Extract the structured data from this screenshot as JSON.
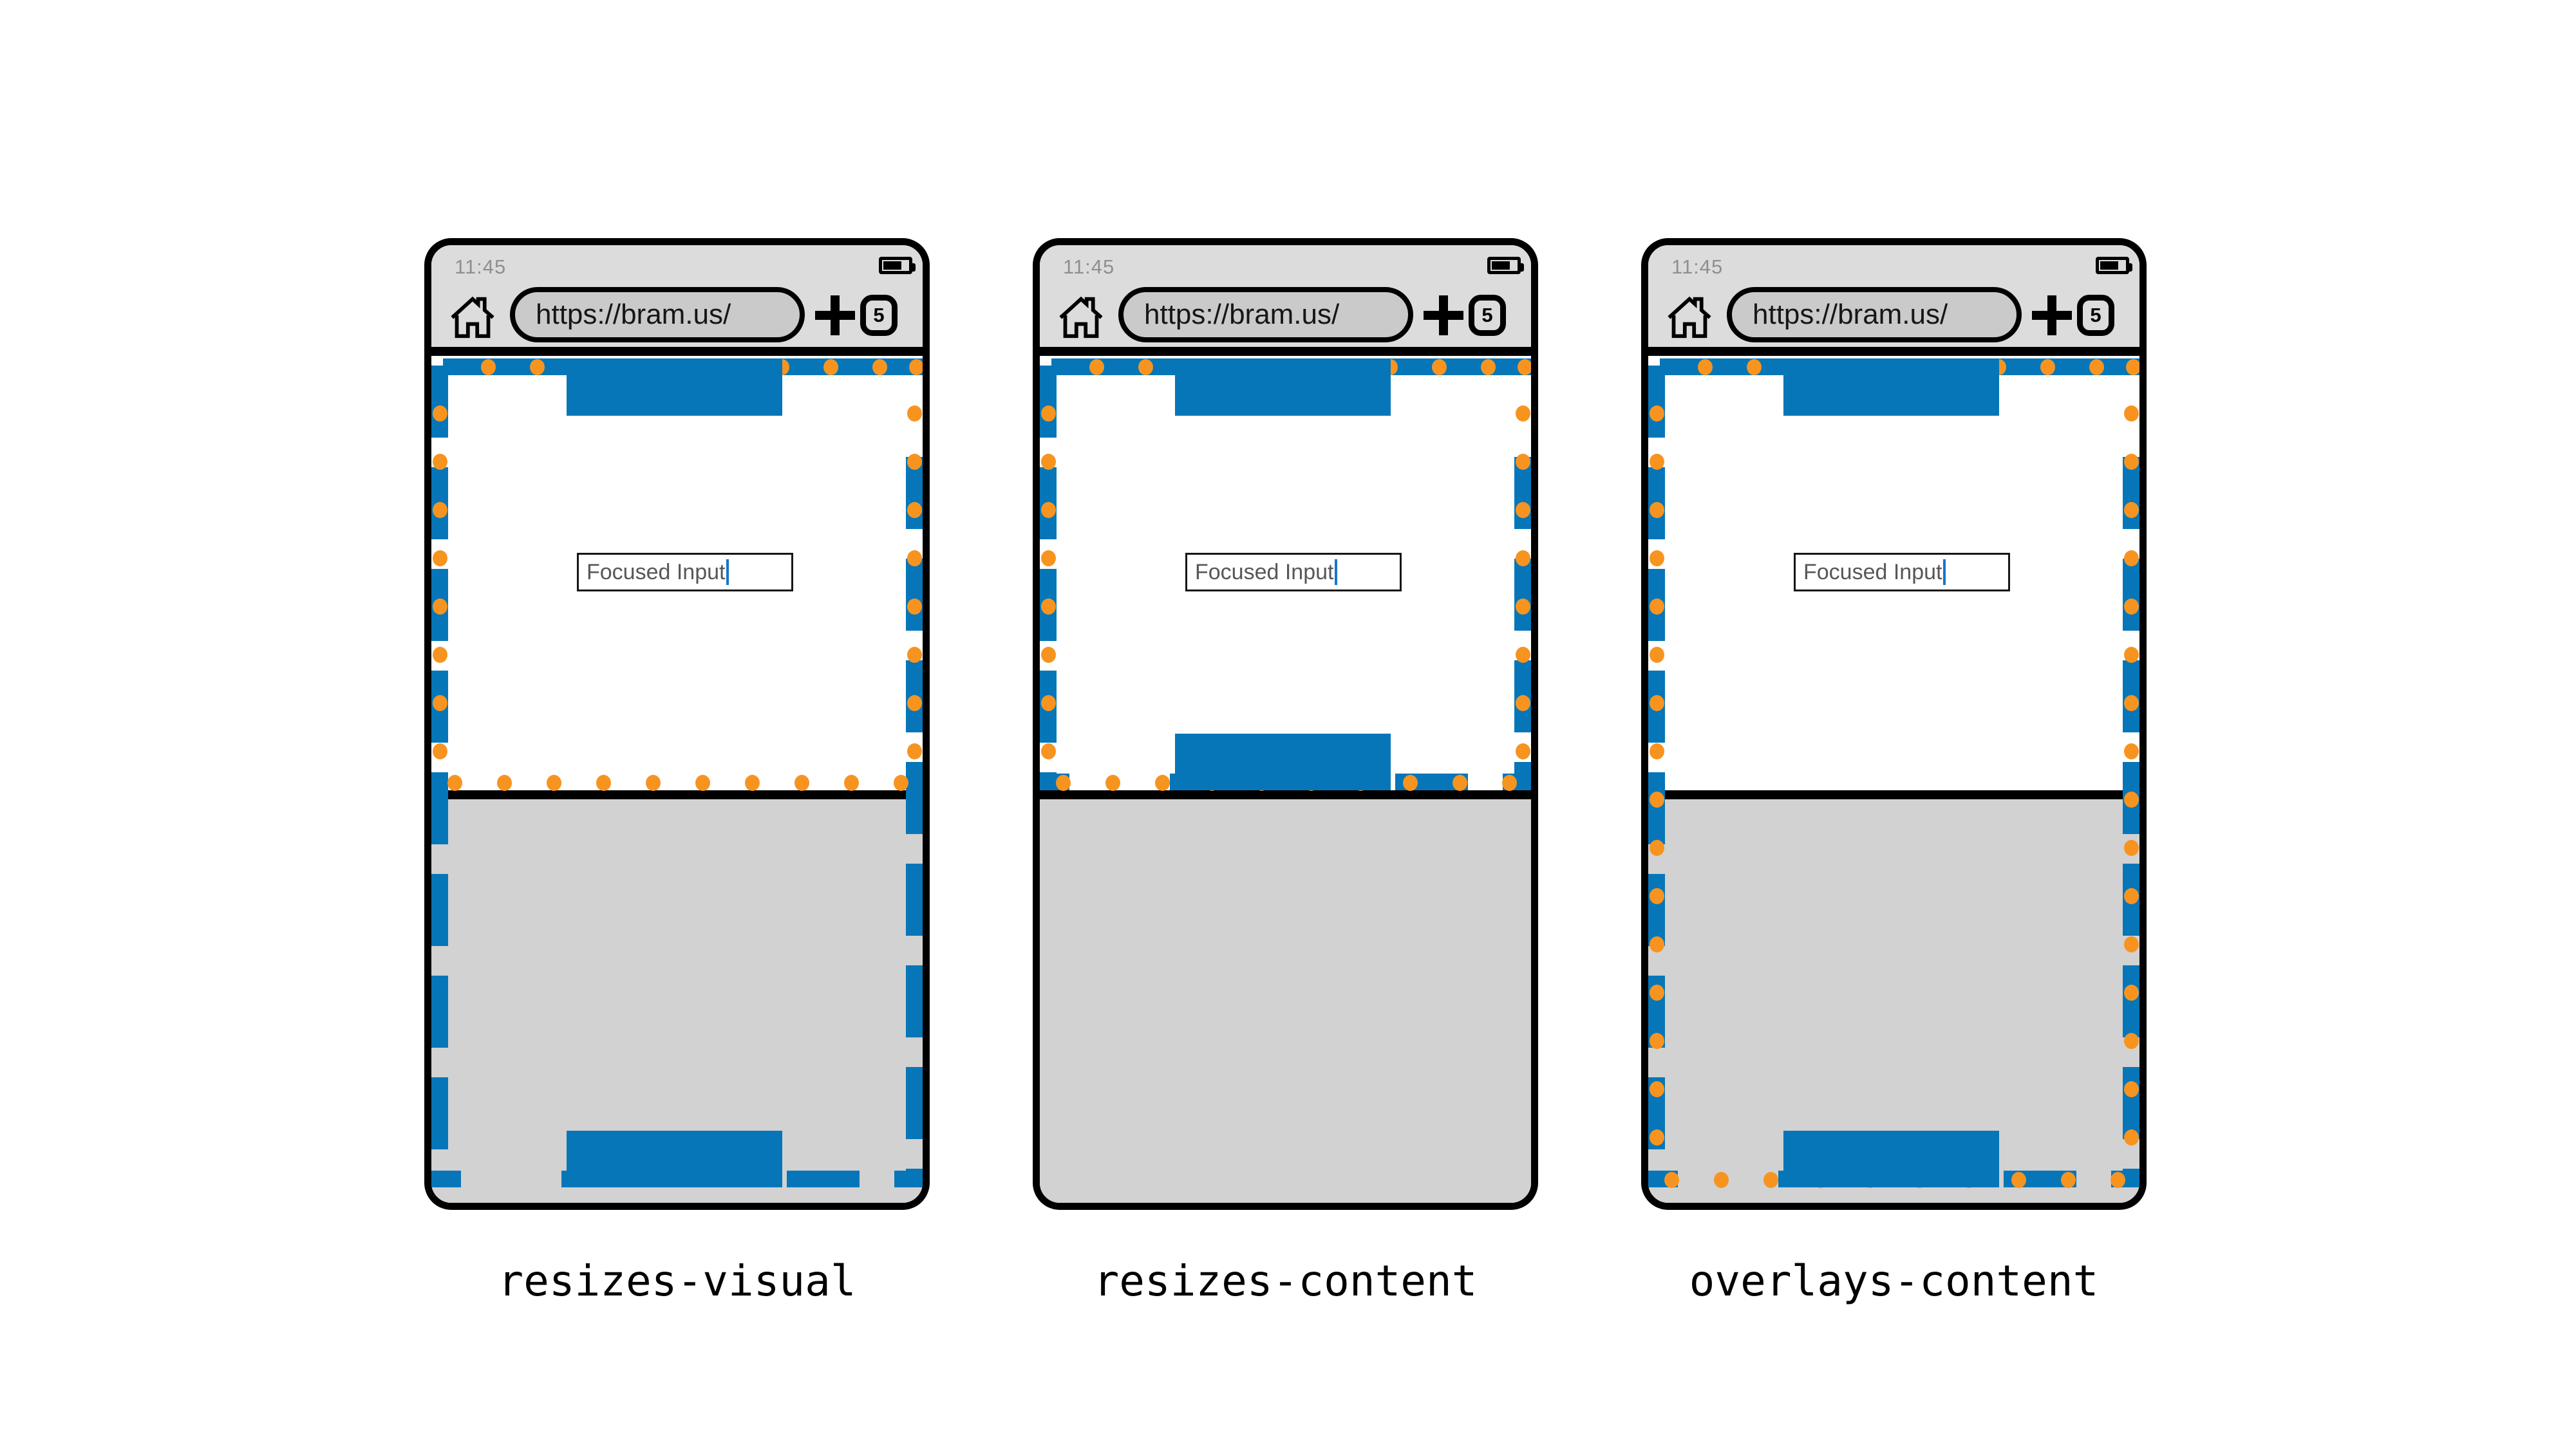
{
  "browser": {
    "time": "11:45",
    "url": "https://bram.us/",
    "tab_count": "5"
  },
  "input": {
    "value": "Focused Input"
  },
  "phones": [
    {
      "label": "resizes-visual",
      "keyboard_resizes_page": false,
      "keyboard_resizes_visual_viewport": true
    },
    {
      "label": "resizes-content",
      "keyboard_resizes_page": true,
      "keyboard_resizes_visual_viewport": true
    },
    {
      "label": "overlays-content",
      "keyboard_resizes_page": false,
      "keyboard_resizes_visual_viewport": false
    }
  ],
  "colors": {
    "page_blue": "#0676b8",
    "viewport_orange": "#f79420",
    "keyboard_gray": "#d2d2d2",
    "chrome_gray": "#dcdcdc",
    "url_pill_gray": "#cacaca",
    "time_gray": "#8f8f8f",
    "caret_blue": "#1677c8"
  }
}
